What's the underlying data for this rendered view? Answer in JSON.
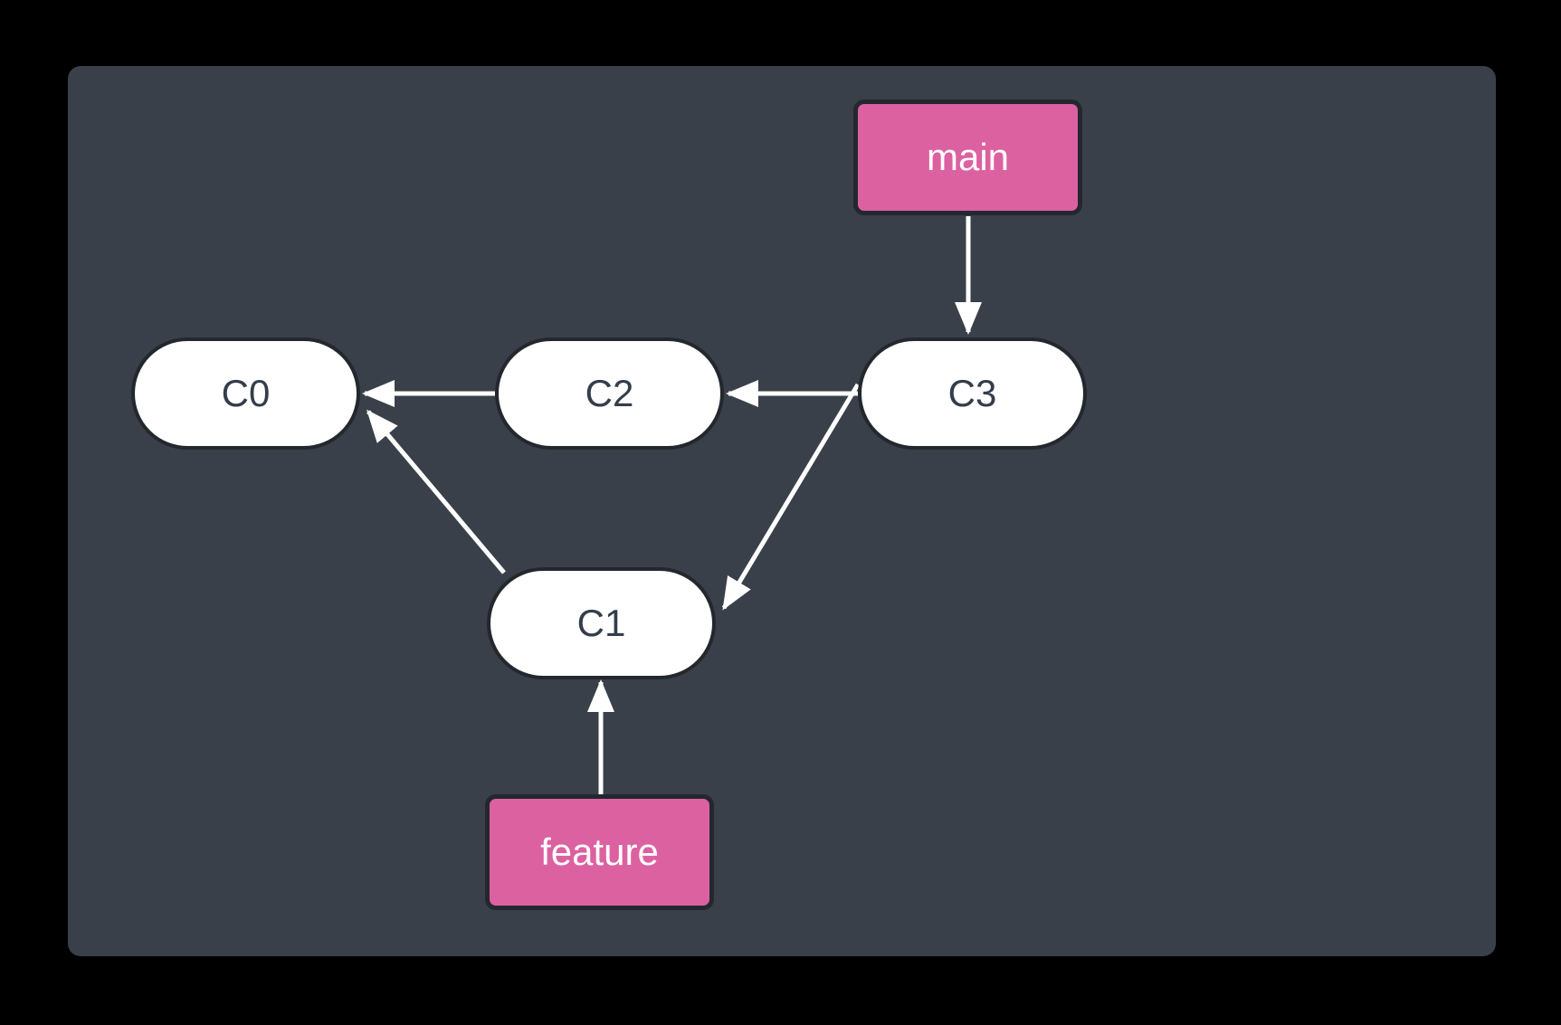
{
  "diagram": {
    "kind": "git-commit-graph",
    "nodes": {
      "main": {
        "label": "main",
        "type": "branch-label"
      },
      "feature": {
        "label": "feature",
        "type": "branch-label"
      },
      "c0": {
        "label": "C0",
        "type": "commit"
      },
      "c1": {
        "label": "C1",
        "type": "commit"
      },
      "c2": {
        "label": "C2",
        "type": "commit"
      },
      "c3": {
        "label": "C3",
        "type": "commit"
      }
    },
    "edges": [
      {
        "from": "main",
        "to": "C3"
      },
      {
        "from": "C3",
        "to": "C2"
      },
      {
        "from": "C2",
        "to": "C0"
      },
      {
        "from": "C3",
        "to": "C1"
      },
      {
        "from": "C1",
        "to": "C0"
      },
      {
        "from": "feature",
        "to": "C1"
      }
    ],
    "colors": {
      "page_background": "#000000",
      "panel_background": "#394049",
      "commit_fill": "#ffffff",
      "commit_border": "#23282e",
      "commit_text": "#343d4a",
      "branch_fill": "#dc61a1",
      "branch_border": "#23282e",
      "branch_text": "#ffffff",
      "arrow": "#ffffff"
    }
  }
}
